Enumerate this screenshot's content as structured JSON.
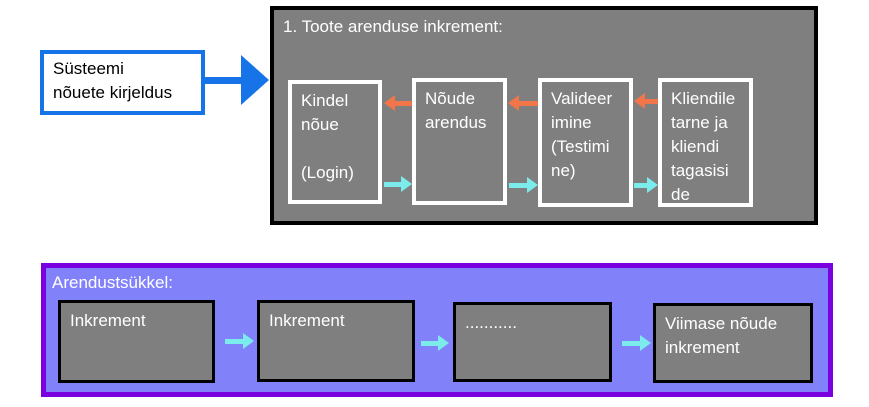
{
  "colors": {
    "blue": "#1673e8",
    "orange": "#f3764a",
    "cyan": "#7cebeb",
    "gray": "#7f7f7f",
    "periwinkle": "#8181fa",
    "purple": "#7b00e0"
  },
  "requirements_box": {
    "text": "Süsteemi\nnõuete kirjeldus"
  },
  "increment_panel": {
    "title": "1. Toote arenduse inkrement:",
    "steps": [
      {
        "label": "Kindel\nnõue\n\n(Login)"
      },
      {
        "label": "Nõude\narendus"
      },
      {
        "label": "Valideer\nimine\n(Testimi\nne)"
      },
      {
        "label": "Kliendile\ntarne ja\nkliendi\ntagasisi\nde"
      }
    ]
  },
  "cycle_panel": {
    "title": "Arendustsükkel:",
    "items": [
      {
        "label": "Inkrement"
      },
      {
        "label": "Inkrement"
      },
      {
        "label": "..........."
      },
      {
        "label": "Viimase nõude\ninkrement"
      }
    ]
  }
}
